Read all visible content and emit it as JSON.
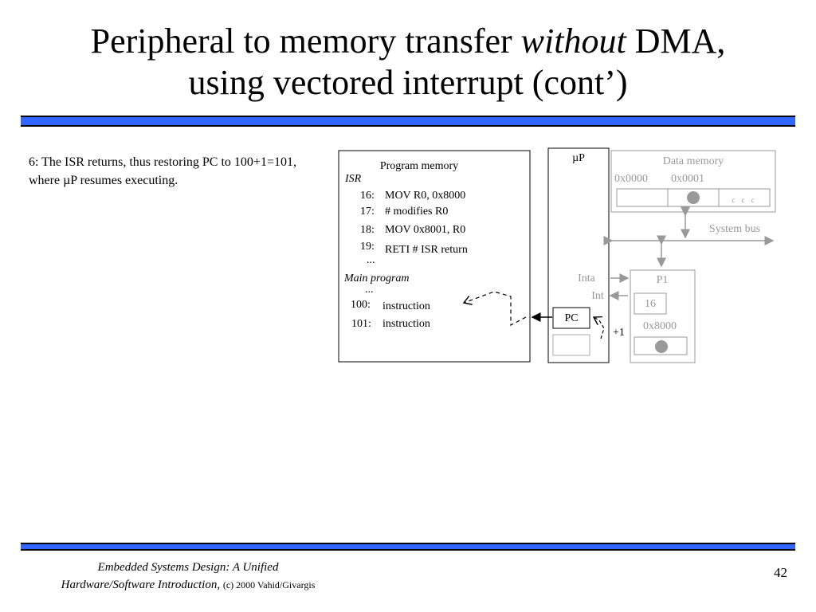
{
  "title": {
    "part1": "Peripheral to memory transfer ",
    "emph": "without",
    "part2": " DMA,",
    "line2": "using vectored interrupt (cont’)"
  },
  "description": "6: The ISR returns, thus restoring PC to 100+1=101, where µP resumes executing.",
  "program_memory": {
    "label": "Program memory",
    "isr_label": "ISR",
    "isr_lines": [
      {
        "addr": "16:",
        "code": "MOV R0, 0x8000"
      },
      {
        "addr": "17:",
        "code": "# modifies R0"
      },
      {
        "addr": "18:",
        "code": "MOV 0x8001, R0"
      },
      {
        "addr": "19:",
        "code": "RETI  # ISR return"
      }
    ],
    "ellipsis1": "...",
    "main_label": "Main program",
    "ellipsis2": "...",
    "main_lines": [
      {
        "addr": "100:",
        "code": "instruction"
      },
      {
        "addr": "101:",
        "code": "instruction"
      }
    ]
  },
  "up": {
    "label": "µP",
    "pc_label": "PC",
    "inta": "Inta",
    "int": "Int",
    "plus_one": "+1"
  },
  "data_memory": {
    "label": "Data memory",
    "addr0": "0x0000",
    "addr1": "0x0001",
    "dots": "c c c"
  },
  "system_bus": "System bus",
  "p1": {
    "label": "P1",
    "reg_value": "16",
    "addr": "0x8000"
  },
  "footer": {
    "book_line1": "Embedded Systems Design: A Unified",
    "book_line2": "Hardware/Software Introduction,",
    "copyright": "(c) 2000 Vahid/Givargis",
    "page": "42"
  },
  "colors": {
    "bar": "#3366ff",
    "dim": "#999999"
  }
}
